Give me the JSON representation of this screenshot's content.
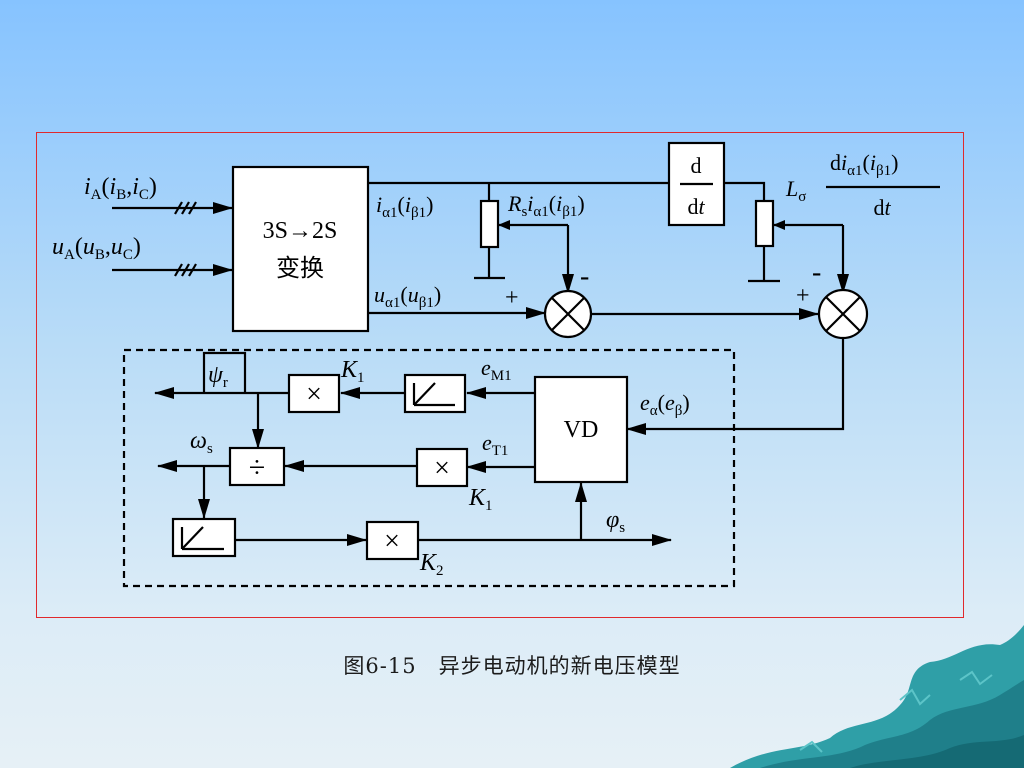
{
  "caption": "图6-15　异步电动机的新电压模型",
  "diagram": {
    "transform_block": {
      "line1": "3S→2S",
      "line2": "变换"
    },
    "derivative_block": {
      "num": "d",
      "den": "dt"
    },
    "vd_block": "VD",
    "inputs": {
      "current": {
        "main": "i",
        "main_sub": "A",
        "alt1": "i",
        "alt1_sub": "B",
        "alt2": "i",
        "alt2_sub": "C"
      },
      "voltage": {
        "main": "u",
        "main_sub": "A",
        "alt1": "u",
        "alt1_sub": "B",
        "alt2": "u",
        "alt2_sub": "C"
      }
    },
    "labels": {
      "i_alpha": {
        "sym": "i",
        "sub": "α1",
        "alt": "i",
        "alt_sub": "β1"
      },
      "rs_i": {
        "r": "R",
        "r_sub": "s",
        "sym": "i",
        "sub": "α1",
        "alt": "i",
        "alt_sub": "β1"
      },
      "u_alpha": {
        "sym": "u",
        "sub": "α1",
        "alt": "u",
        "alt_sub": "β1"
      },
      "l_sigma": {
        "l": "L",
        "l_sub": "σ",
        "num_d": "d",
        "num_sym": "i",
        "num_sub": "α1",
        "num_alt": "i",
        "num_alt_sub": "β1",
        "den": "dt"
      },
      "e_alpha": {
        "sym": "e",
        "sub": "α",
        "alt": "e",
        "alt_sub": "β"
      },
      "e_m1": {
        "sym": "e",
        "sub": "M1"
      },
      "e_t1": {
        "sym": "e",
        "sub": "T1"
      },
      "psi_r": {
        "sym": "ψ",
        "sub": "r"
      },
      "omega_s": {
        "sym": "ω",
        "sub": "s"
      },
      "phi_s": {
        "sym": "φ",
        "sub": "s"
      },
      "k1_top": {
        "sym": "K",
        "sub": "1"
      },
      "k1_mid": {
        "sym": "K",
        "sub": "1"
      },
      "k2": {
        "sym": "K",
        "sub": "2"
      }
    },
    "signs": {
      "plus1": "+",
      "minus1": "-",
      "plus2": "+",
      "minus2": "-"
    },
    "operators": {
      "multiply": "×",
      "divide": "÷"
    }
  }
}
